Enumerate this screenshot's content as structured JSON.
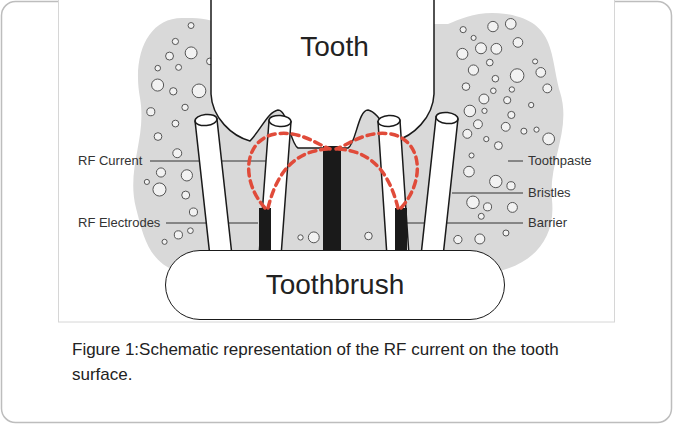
{
  "diagram": {
    "caption": "Figure 1:Schematic representation of the RF current on the tooth surface.",
    "nodes": [
      {
        "text": [
          "Tooth"
        ]
      },
      {
        "text": [
          "Toothbrush"
        ]
      }
    ],
    "labels": [
      "RF Current",
      "RF Electrodes",
      "Toothpaste",
      "Bristles",
      "Barrier"
    ]
  }
}
